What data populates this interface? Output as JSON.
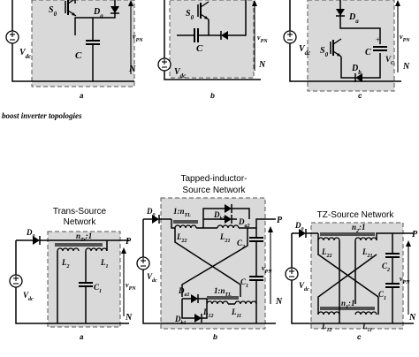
{
  "caption": "boost inverter topologies",
  "top_row": {
    "a": {
      "label": "a",
      "components": [
        "S0",
        "Da",
        "C",
        "Vdc"
      ],
      "terminals": [
        "vPN",
        "N"
      ]
    },
    "b": {
      "label": "b",
      "components": [
        "S0",
        "C",
        "Vdc"
      ],
      "terminals": [
        "vPN",
        "N"
      ]
    },
    "c": {
      "label": "c",
      "components": [
        "Da",
        "S0",
        "C",
        "Vc",
        "Db",
        "Vdc"
      ],
      "terminals": [
        "vPN",
        "N"
      ]
    }
  },
  "bottom_row": {
    "a": {
      "label": "a",
      "title_line1": "Trans-Source",
      "title_line2": "Network",
      "components": [
        "D0",
        "nTr:1",
        "L2",
        "L1",
        "C1",
        "Vdc"
      ],
      "terminals": [
        "P",
        "vPN",
        "N"
      ]
    },
    "b": {
      "label": "b",
      "title_line1": "Tapped-inductor-",
      "title_line2": "Source Network",
      "components": [
        "D0",
        "1:nTL",
        "Db2",
        "Da2",
        "L22",
        "L21",
        "C2",
        "Da1",
        "1:nTL",
        "L12",
        "Db1",
        "L11",
        "C1",
        "Vdc"
      ],
      "terminals": [
        "P",
        "vPN",
        "N"
      ]
    },
    "c": {
      "label": "c",
      "title": "TZ-Source Network",
      "components": [
        "D0",
        "n2:1",
        "L22",
        "L21",
        "C2",
        "n1:1",
        "C1",
        "L12",
        "L11",
        "Vdc"
      ],
      "terminals": [
        "P",
        "vPN",
        "N"
      ]
    }
  }
}
